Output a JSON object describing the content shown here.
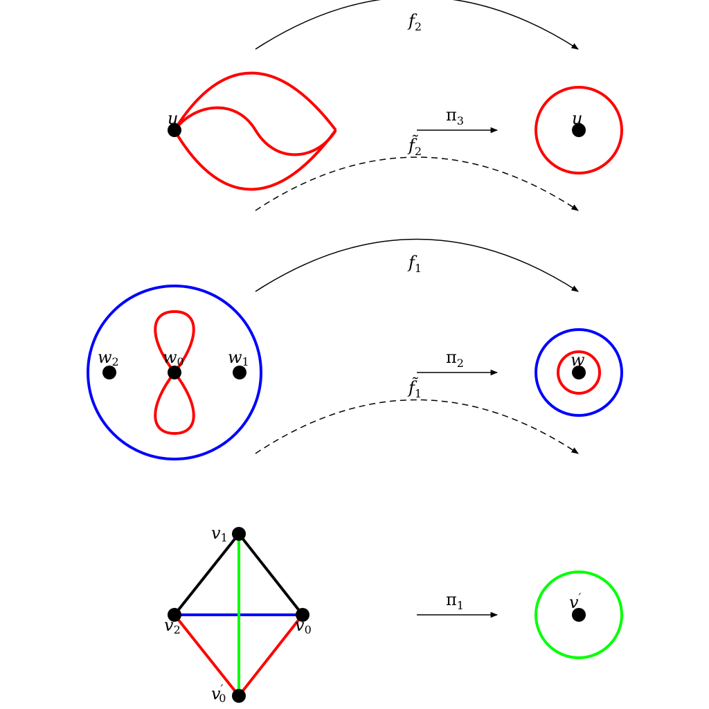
{
  "colors": {
    "red": "#ff0000",
    "blue": "#0000ff",
    "green": "#00ff00",
    "black": "#000000"
  },
  "maps": {
    "f2": {
      "base": "f",
      "sub": "2"
    },
    "f2_tilde": {
      "base": "f̃",
      "sub": "2"
    },
    "f1": {
      "base": "f",
      "sub": "1"
    },
    "f1_tilde": {
      "base": "f̃",
      "sub": "1"
    },
    "pi3": {
      "base": "π",
      "sub": "3"
    },
    "pi2": {
      "base": "π",
      "sub": "2"
    },
    "pi1": {
      "base": "π",
      "sub": "1"
    }
  },
  "vertices": {
    "u_left": "u",
    "u_right": "u",
    "w0": {
      "base": "w",
      "sub": "0"
    },
    "w1": {
      "base": "w",
      "sub": "1"
    },
    "w2": {
      "base": "w",
      "sub": "2"
    },
    "w_right": "w",
    "v0": {
      "base": "v",
      "sub": "0"
    },
    "v1": {
      "base": "v",
      "sub": "1"
    },
    "v2": {
      "base": "v",
      "sub": "2"
    },
    "v0_prime": {
      "base": "v",
      "sup": "′",
      "sub": "0"
    },
    "v_prime": {
      "base": "v",
      "sup": "′"
    }
  }
}
